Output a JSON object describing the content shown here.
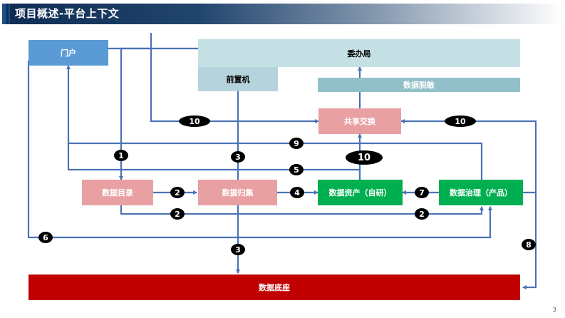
{
  "title": "项目概述-平台上下文",
  "page_number": "3",
  "colors": {
    "title_bar": "#0d2c52",
    "arrow": "#4a73b5",
    "portal": "#5b9bd5",
    "committee": "#c5e0e5",
    "front": "#b5d3dc",
    "desensitize": "#92c0c8",
    "pink": "#e9a0a3",
    "green": "#00b050",
    "base": "#c00000",
    "marker": "#000000"
  },
  "nodes": {
    "portal": "门户",
    "committee": "委办局",
    "front_machine": "前置机",
    "desensitize": "数据脱敏",
    "exchange": "共享交换",
    "catalog": "数据目录",
    "collection": "数据归集",
    "assets": "数据资产（自研）",
    "governance": "数据治理（产品）",
    "base": "数据底座"
  },
  "markers": [
    "10",
    "10",
    "9",
    "1",
    "3",
    "10",
    "5",
    "2",
    "4",
    "7",
    "2",
    "2",
    "6",
    "8",
    "3"
  ]
}
